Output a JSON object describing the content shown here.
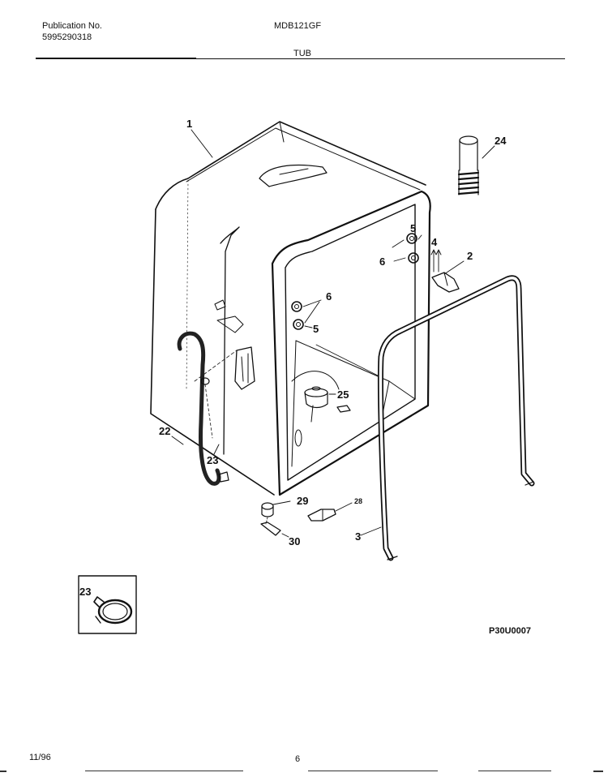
{
  "header": {
    "publication_label": "Publication No.",
    "publication_number": "5995290318",
    "model": "MDB121GF",
    "section_title": "TUB"
  },
  "callouts": {
    "c1": "1",
    "c2": "2",
    "c3": "3",
    "c4": "4",
    "c5a": "5",
    "c5b": "5",
    "c6a": "6",
    "c6b": "6",
    "c22": "22",
    "c23": "23",
    "c23_inset": "23",
    "c24": "24",
    "c25": "25",
    "c28": "28",
    "c29": "29",
    "c30": "30"
  },
  "diagram_code": "P30U0007",
  "footer": {
    "date": "11/96",
    "page": "6"
  }
}
